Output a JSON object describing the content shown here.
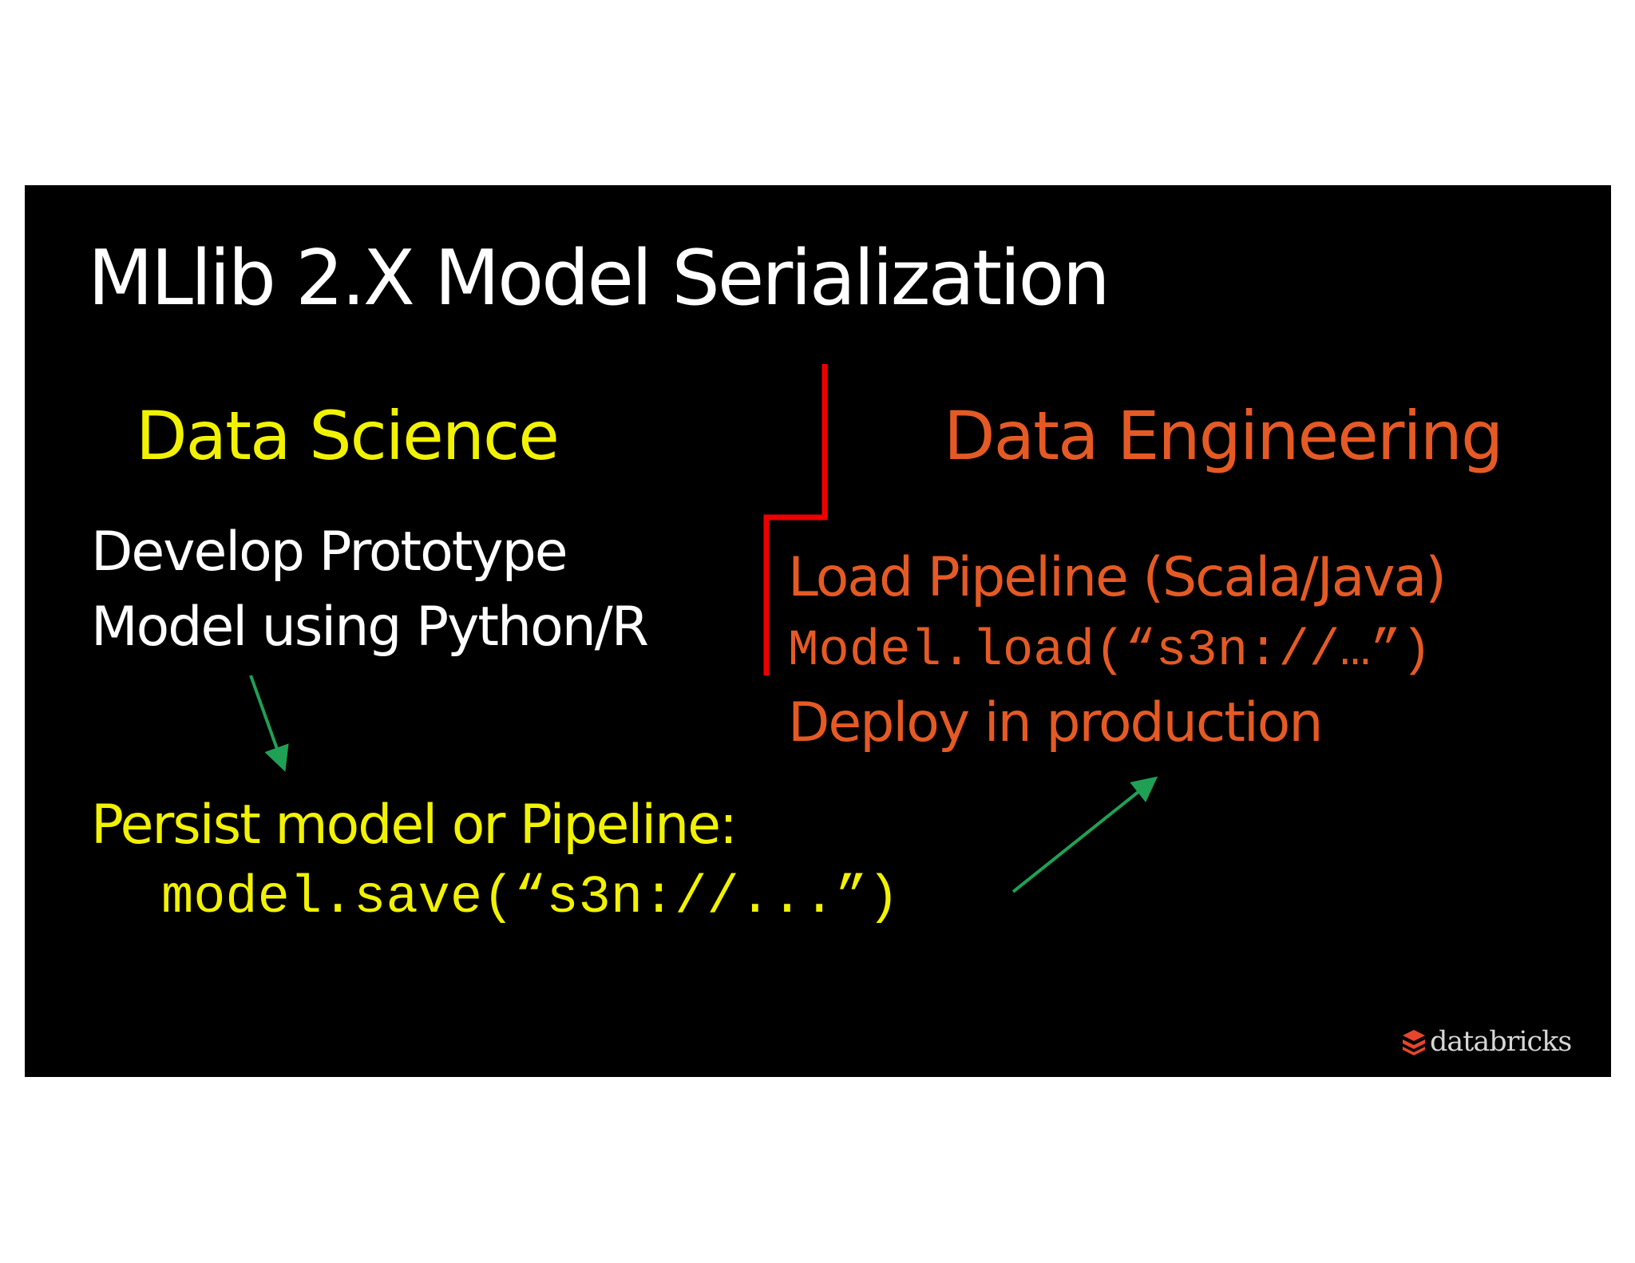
{
  "slide": {
    "title": "MLlib 2.X Model Serialization",
    "data_science": {
      "heading": "Data Science",
      "line1": "Develop Prototype",
      "line2": "Model using Python/R",
      "persist": "Persist model or Pipeline:",
      "save_code": "model.save(“s3n://...”)"
    },
    "data_engineering": {
      "heading": "Data Engineering",
      "line1": "Load Pipeline (Scala/Java)",
      "load_code": "Model.load(“s3n://…”)",
      "line3": "Deploy in production"
    },
    "logo_text": "databricks"
  },
  "colors": {
    "background": "#000000",
    "title": "#ffffff",
    "data_science": "#f2f200",
    "data_engineering": "#e55a24",
    "divider": "#ee0000",
    "arrow": "#1fa055",
    "logo_mark": "#e8452c"
  },
  "icons": {
    "divider": "step-divider-line",
    "arrow_down": "arrow-down-icon",
    "arrow_up_right": "arrow-up-right-icon",
    "logo": "databricks-logo-icon"
  }
}
